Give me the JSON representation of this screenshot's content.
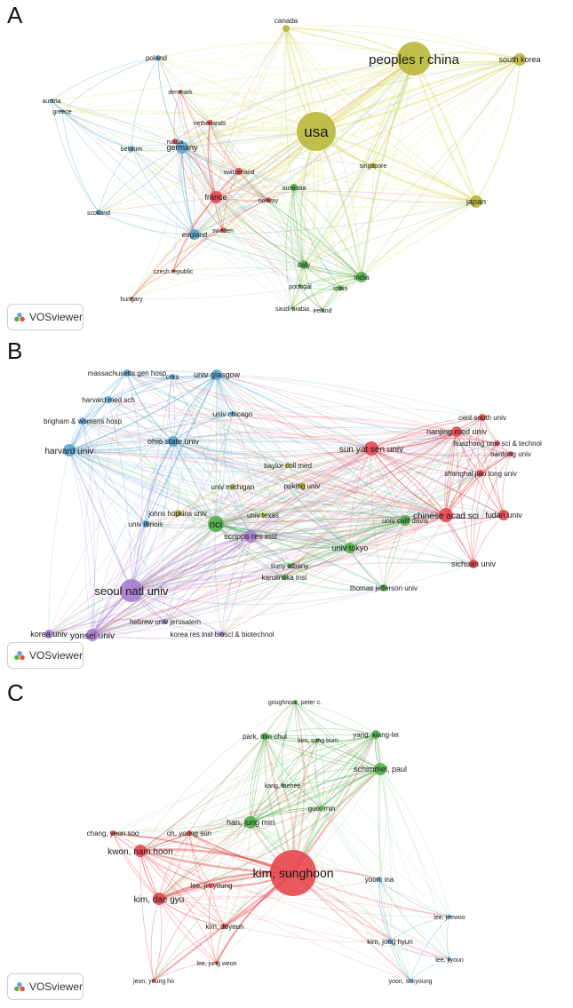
{
  "panel_labels": [
    "A",
    "B",
    "C"
  ],
  "badge_text": "VOSviewer",
  "cluster_colors": {
    "red": "#e8474f",
    "green": "#4fb04a",
    "blue": "#5aa7d8",
    "yellow": "#b8b83a",
    "purple": "#a77ccf",
    "yellow_edge": "#e0e070"
  },
  "panel_a_nodes": [
    {
      "label": "usa",
      "cluster": "yellow"
    },
    {
      "label": "peoples r china",
      "cluster": "yellow"
    },
    {
      "label": "canada",
      "cluster": "yellow"
    },
    {
      "label": "south korea",
      "cluster": "yellow"
    },
    {
      "label": "japan",
      "cluster": "yellow"
    },
    {
      "label": "singapore",
      "cluster": "yellow"
    },
    {
      "label": "poland",
      "cluster": "blue"
    },
    {
      "label": "austria",
      "cluster": "blue"
    },
    {
      "label": "greece",
      "cluster": "blue"
    },
    {
      "label": "belgium",
      "cluster": "blue"
    },
    {
      "label": "germany",
      "cluster": "blue"
    },
    {
      "label": "scotland",
      "cluster": "blue"
    },
    {
      "label": "england",
      "cluster": "blue"
    },
    {
      "label": "denmark",
      "cluster": "red"
    },
    {
      "label": "netherlands",
      "cluster": "red"
    },
    {
      "label": "russia",
      "cluster": "red"
    },
    {
      "label": "switzerland",
      "cluster": "red"
    },
    {
      "label": "france",
      "cluster": "red"
    },
    {
      "label": "norway",
      "cluster": "red"
    },
    {
      "label": "sweden",
      "cluster": "red"
    },
    {
      "label": "czech republic",
      "cluster": "red"
    },
    {
      "label": "hungary",
      "cluster": "red"
    },
    {
      "label": "australia",
      "cluster": "green"
    },
    {
      "label": "italy",
      "cluster": "green"
    },
    {
      "label": "india",
      "cluster": "green"
    },
    {
      "label": "portugal",
      "cluster": "green"
    },
    {
      "label": "spain",
      "cluster": "green"
    },
    {
      "label": "saudi arabia",
      "cluster": "green"
    },
    {
      "label": "ireland",
      "cluster": "green"
    }
  ],
  "panel_b_nodes": [
    {
      "label": "massachusetts gen hosp",
      "cluster": "blue"
    },
    {
      "label": "cnrs",
      "cluster": "blue"
    },
    {
      "label": "univ glasgow",
      "cluster": "blue"
    },
    {
      "label": "harvard med sch",
      "cluster": "blue"
    },
    {
      "label": "brigham & womens hosp",
      "cluster": "blue"
    },
    {
      "label": "univ chicago",
      "cluster": "blue"
    },
    {
      "label": "harvard univ",
      "cluster": "blue"
    },
    {
      "label": "ohio state univ",
      "cluster": "blue"
    },
    {
      "label": "univ illinois",
      "cluster": "blue"
    },
    {
      "label": "baylor coll med",
      "cluster": "yellow"
    },
    {
      "label": "univ michigan",
      "cluster": "yellow"
    },
    {
      "label": "peking univ",
      "cluster": "yellow"
    },
    {
      "label": "johns hopkins univ",
      "cluster": "yellow"
    },
    {
      "label": "univ texas",
      "cluster": "yellow"
    },
    {
      "label": "nci",
      "cluster": "green"
    },
    {
      "label": "scripps res inst",
      "cluster": "purple"
    },
    {
      "label": "univ calif davis",
      "cluster": "green"
    },
    {
      "label": "univ tokyo",
      "cluster": "green"
    },
    {
      "label": "suny albany",
      "cluster": "green"
    },
    {
      "label": "karolinska inst",
      "cluster": "green"
    },
    {
      "label": "thomas jefferson univ",
      "cluster": "green"
    },
    {
      "label": "cent south univ",
      "cluster": "red"
    },
    {
      "label": "nanjing med univ",
      "cluster": "red"
    },
    {
      "label": "sun yat sen univ",
      "cluster": "red"
    },
    {
      "label": "huazhong univ sci & technol",
      "cluster": "red"
    },
    {
      "label": "nantong univ",
      "cluster": "red"
    },
    {
      "label": "shanghai jiao tong univ",
      "cluster": "red"
    },
    {
      "label": "chinese acad sci",
      "cluster": "red"
    },
    {
      "label": "fudan univ",
      "cluster": "red"
    },
    {
      "label": "sichuan univ",
      "cluster": "red"
    },
    {
      "label": "seoul natl univ",
      "cluster": "purple"
    },
    {
      "label": "hebrew univ jerusalem",
      "cluster": "purple"
    },
    {
      "label": "korea univ",
      "cluster": "purple"
    },
    {
      "label": "yonsei univ",
      "cluster": "purple"
    },
    {
      "label": "korea res inst bioscl & biotechnol",
      "cluster": "purple"
    }
  ],
  "panel_c_nodes": [
    {
      "label": "goughnour, peter c.",
      "cluster": "green"
    },
    {
      "label": "park, min chul",
      "cluster": "green"
    },
    {
      "label": "kim, sang bum",
      "cluster": "green"
    },
    {
      "label": "yang, xiang-lei",
      "cluster": "green"
    },
    {
      "label": "schimmel, paul",
      "cluster": "green"
    },
    {
      "label": "kang, taehee",
      "cluster": "green"
    },
    {
      "label": "guo, min",
      "cluster": "green"
    },
    {
      "label": "han, jung min",
      "cluster": "green"
    },
    {
      "label": "chang, yeon soo",
      "cluster": "red"
    },
    {
      "label": "oh, young sun",
      "cluster": "red"
    },
    {
      "label": "kwon, nam hoon",
      "cluster": "red"
    },
    {
      "label": "kim, sunghoon",
      "cluster": "red"
    },
    {
      "label": "lee, jin young",
      "cluster": "red"
    },
    {
      "label": "kim, dae gyu",
      "cluster": "red"
    },
    {
      "label": "kim, doyeun",
      "cluster": "red"
    },
    {
      "label": "lee, jung weon",
      "cluster": "red"
    },
    {
      "label": "jeon, young ho",
      "cluster": "red"
    },
    {
      "label": "yoon, ina",
      "cluster": "blue"
    },
    {
      "label": "lee, jeewoo",
      "cluster": "blue"
    },
    {
      "label": "kim, jong hyun",
      "cluster": "blue"
    },
    {
      "label": "lee, jiyoun",
      "cluster": "blue"
    },
    {
      "label": "yoon, sukyoung",
      "cluster": "blue"
    }
  ]
}
